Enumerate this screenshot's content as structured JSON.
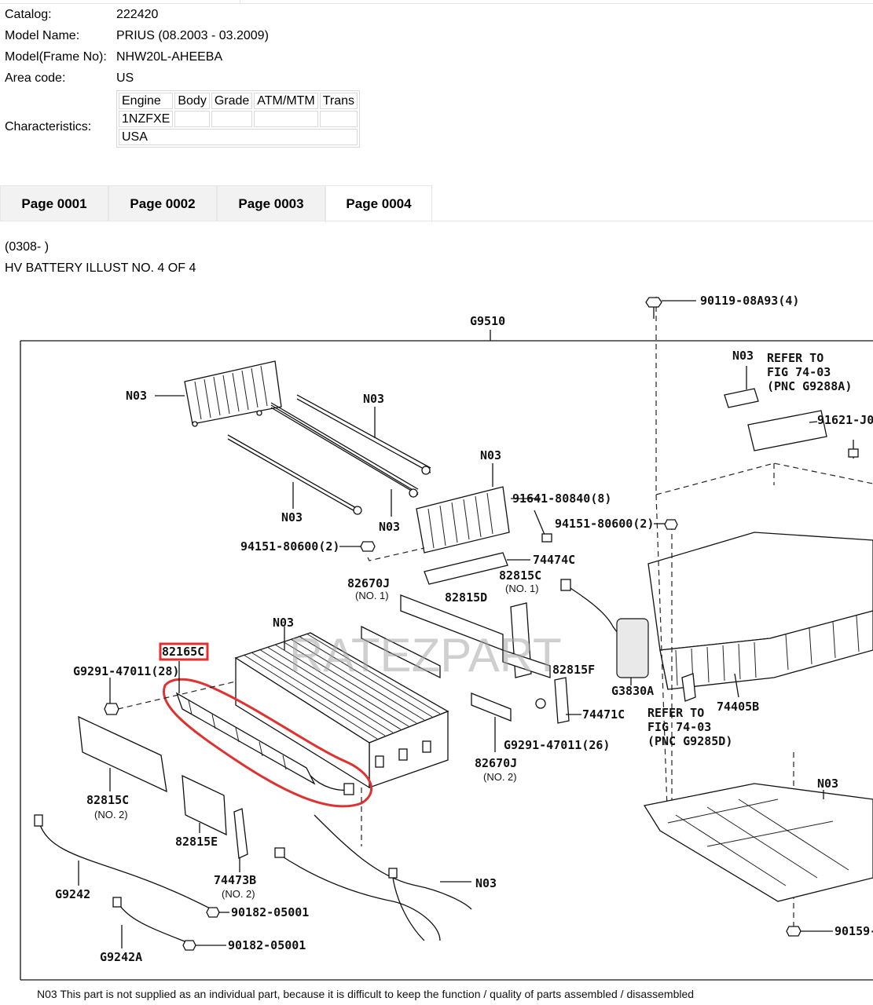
{
  "info": {
    "rows": [
      {
        "label": "Catalog:",
        "value": "222420"
      },
      {
        "label": "Model Name:",
        "value": "PRIUS (08.2003 - 03.2009)"
      },
      {
        "label": "Model(Frame No):",
        "value": "NHW20L-AHEEBA"
      },
      {
        "label": "Area code:",
        "value": "US"
      }
    ],
    "characteristics_label": "Characteristics:",
    "char_headers": [
      "Engine",
      "Body",
      "Grade",
      "ATM/MTM",
      "Trans"
    ],
    "char_row1": [
      "1NZFXE",
      "",
      "",
      "",
      ""
    ],
    "char_row2": "USA"
  },
  "tabs": [
    {
      "label": "Page 0001",
      "active": false
    },
    {
      "label": "Page 0002",
      "active": false
    },
    {
      "label": "Page 0003",
      "active": false
    },
    {
      "label": "Page 0004",
      "active": true
    }
  ],
  "illustration": {
    "date_range": "(0308- )",
    "title": "HV BATTERY ILLUST NO. 4 OF 4",
    "watermark": "RATEZPART",
    "highlight_color": "#e03030",
    "labels": {
      "g9510": "G9510",
      "n03_a": "N03",
      "n03_b": "N03",
      "n03_c": "N03",
      "n03_d": "N03",
      "n03_e": "N03",
      "n03_f": "N03",
      "n03_g": "N03",
      "n03_h": "N03",
      "n03_i": "N03",
      "p90119": "90119-08A93(4)",
      "refer1_a": "REFER TO",
      "refer1_b": "FIG 74-03",
      "refer1_c": "(PNC G9288A)",
      "p91621": "91621-J0",
      "p91641": "91641-80840(8)",
      "p94151_r": "94151-80600(2)",
      "p94151_l": "94151-80600(2)",
      "p74474c": "74474C",
      "p82670j_1": "82670J",
      "no1_a": "(NO. 1)",
      "p82815d": "82815D",
      "p82815c_1": "82815C",
      "no1_b": "(NO. 1)",
      "p82165c": "82165C",
      "pg9291_28": "G9291-47011(28)",
      "p82815f": "82815F",
      "pg3830a": "G3830A",
      "p74405b": "74405B",
      "p74471c": "74471C",
      "refer2_a": "REFER TO",
      "refer2_b": "FIG 74-03",
      "refer2_c": "(PNC G9285D)",
      "pg9291_26": "G9291-47011(26)",
      "p82670j_2": "82670J",
      "no2_a": "(NO. 2)",
      "p82815c_2": "82815C",
      "no2_b": "(NO. 2)",
      "p82815e": "82815E",
      "p74473b": "74473B",
      "no2_c": "(NO. 2)",
      "pg9242": "G9242",
      "pg9242a": "G9242A",
      "p90182_a": "90182-05001",
      "p90182_b": "90182-05001",
      "p90159": "90159-"
    },
    "footnote": "N03 This part is not supplied as an individual part, because it is difficult to keep the function / quality of parts assembled / disassembled"
  }
}
